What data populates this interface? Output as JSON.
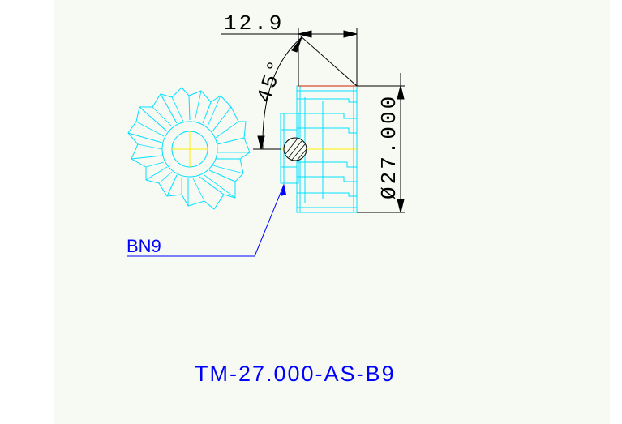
{
  "drawing": {
    "part_number": "TM-27.000-AS-B9",
    "width_dimension": "12.9",
    "angle_dimension": "45°",
    "diameter_dimension": "Ø27.000",
    "callout": "BN9"
  },
  "colors": {
    "background": "#f7faf3",
    "outline": "#00e0ff",
    "dimension": "#000000",
    "callout": "#0000ff",
    "centerline": "#ffee00",
    "face_line": "#cc2200"
  }
}
